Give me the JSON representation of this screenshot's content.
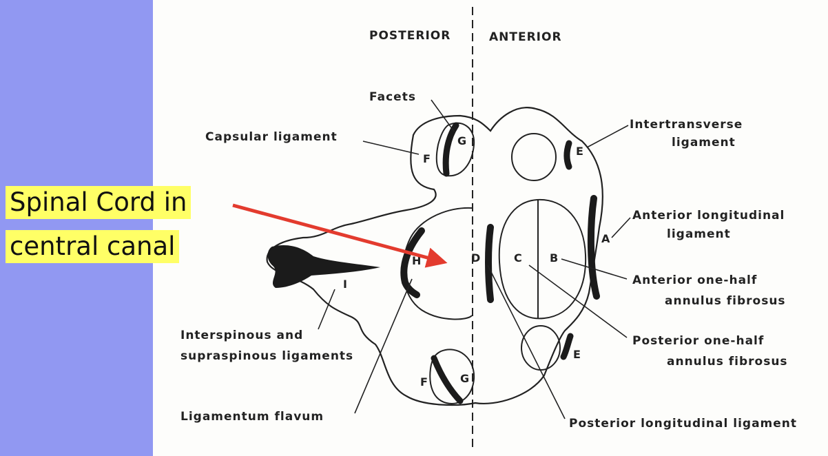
{
  "orientation": {
    "posterior": "POSTERIOR",
    "anterior": "ANTERIOR"
  },
  "callout": {
    "line1": "Spinal Cord in",
    "line2": "central canal"
  },
  "labels": {
    "facets": "Facets",
    "capsular": "Capsular ligament",
    "intertransverse_1": "Intertransverse",
    "intertransverse_2": "ligament",
    "anterior_long_1": "Anterior longitudinal",
    "anterior_long_2": "ligament",
    "anterior_half_1": "Anterior one-half",
    "anterior_half_2": "annulus fibrosus",
    "posterior_half_1": "Posterior one-half",
    "posterior_half_2": "annulus fibrosus",
    "interspinous_1": "Interspinous and",
    "interspinous_2": "supraspinous ligaments",
    "flavum": "Ligamentum flavum",
    "posterior_long": "Posterior longitudinal ligament"
  },
  "letters": {
    "a": "A",
    "b": "B",
    "c": "C",
    "d": "D",
    "e_top": "E",
    "e_bottom": "E",
    "f_top": "F",
    "f_bottom": "F",
    "g_top": "G",
    "g_bottom": "G",
    "h": "H",
    "i": "I"
  },
  "colors": {
    "background": "#9198f2",
    "highlight": "#ffff66",
    "arrow": "#e33b2e",
    "ink": "#222222"
  }
}
